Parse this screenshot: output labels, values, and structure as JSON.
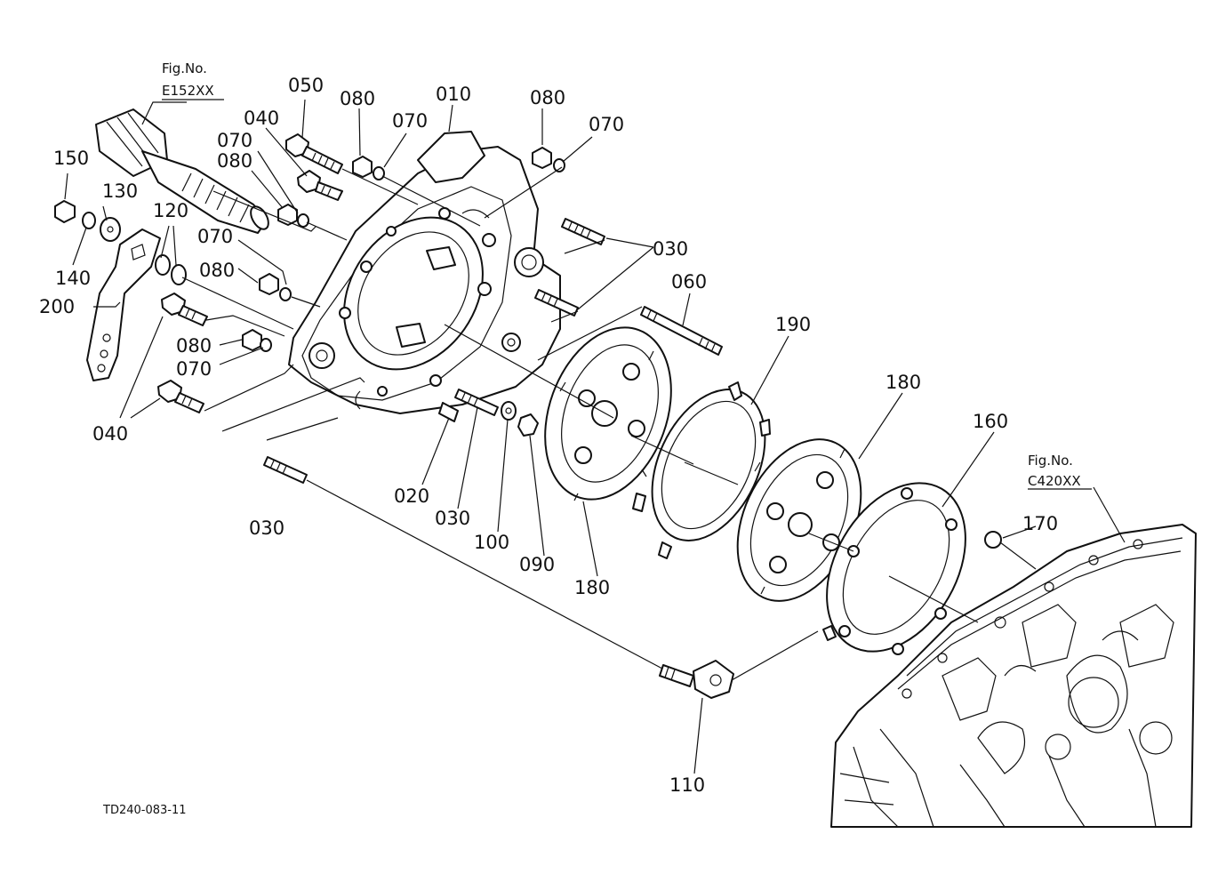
{
  "figure_code": "TD240-083-11",
  "refs": {
    "top": {
      "line1": "Fig.No.",
      "line2": "E152XX"
    },
    "right": {
      "line1": "Fig.No.",
      "line2": "C420XX"
    }
  },
  "labels": {
    "p010": "010",
    "p020": "020",
    "p030_a": "030",
    "p030_b": "030",
    "p030_c": "030",
    "p040_a": "040",
    "p040_b": "040",
    "p050": "050",
    "p060": "060",
    "p070_a": "070",
    "p070_b": "070",
    "p070_c": "070",
    "p070_d": "070",
    "p070_e": "070",
    "p080_a": "080",
    "p080_b": "080",
    "p080_c": "080",
    "p080_d": "080",
    "p080_e": "080",
    "p090": "090",
    "p100": "100",
    "p110": "110",
    "p120": "120",
    "p130": "130",
    "p140": "140",
    "p150": "150",
    "p160": "160",
    "p170": "170",
    "p180_a": "180",
    "p180_b": "180",
    "p190": "190",
    "p200": "200"
  }
}
